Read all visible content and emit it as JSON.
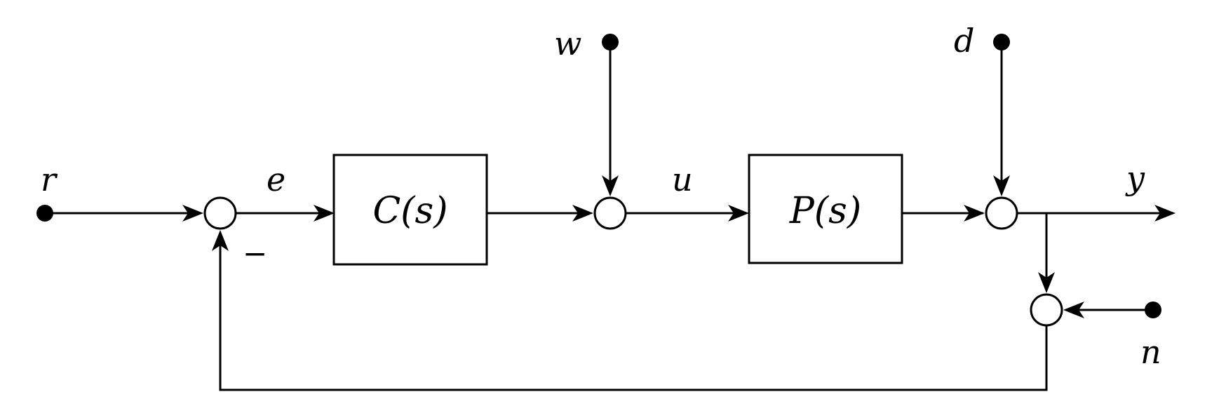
{
  "diagram": {
    "signals": {
      "reference": "r",
      "error": "e",
      "input_disturbance": "w",
      "control": "u",
      "output_disturbance": "d",
      "output": "y",
      "noise": "n"
    },
    "blocks": {
      "controller": "C(s)",
      "plant": "P(s)"
    },
    "feedback_sign": "−"
  }
}
